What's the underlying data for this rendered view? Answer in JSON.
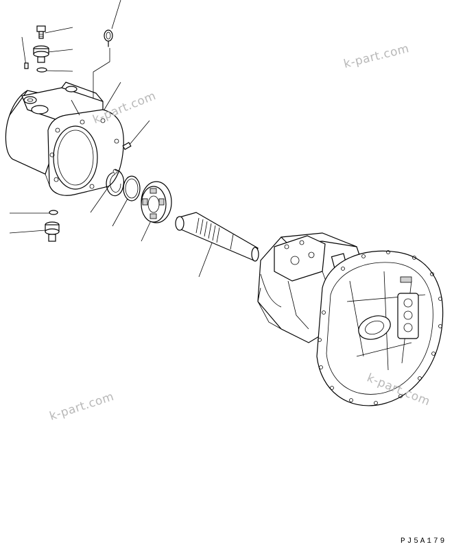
{
  "diagram": {
    "drawing_code": "PJ5A179",
    "watermarks": [
      "k-part.com",
      "k-part.com",
      "k-part.com",
      "k-part.com"
    ],
    "colors": {
      "line": "#000000",
      "watermark": "#b8b8b8",
      "background": "#ffffff"
    }
  }
}
